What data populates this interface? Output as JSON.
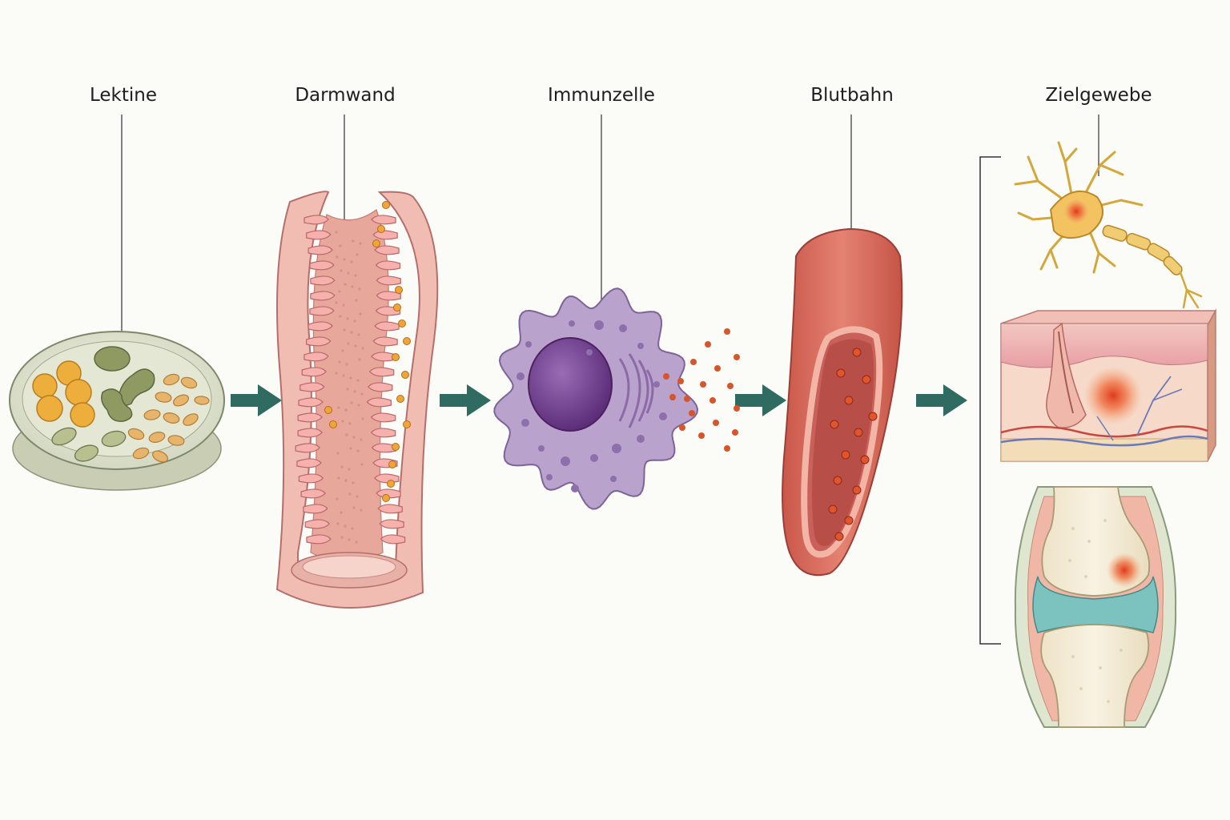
{
  "diagram": {
    "stages": [
      {
        "id": "lectins",
        "label": "Lektine"
      },
      {
        "id": "gut-wall",
        "label": "Darmwand"
      },
      {
        "id": "immune-cell",
        "label": "Immunzelle"
      },
      {
        "id": "bloodstream",
        "label": "Blutbahn"
      },
      {
        "id": "target-tissue",
        "label": "Zielgewebe"
      }
    ],
    "flow": "left-to-right",
    "target_tissues": [
      "neuron",
      "skin",
      "joint"
    ],
    "colors": {
      "arrow": "#2f6b61",
      "background": "#fbfbf8",
      "inflammation": "#e0552c",
      "gut": "#f0b8b0",
      "immune_cell": "#b9a3cc",
      "nucleus": "#6e3f8c",
      "vessel": "#d9695c"
    },
    "icons": [
      "arrow-right-icon"
    ]
  }
}
